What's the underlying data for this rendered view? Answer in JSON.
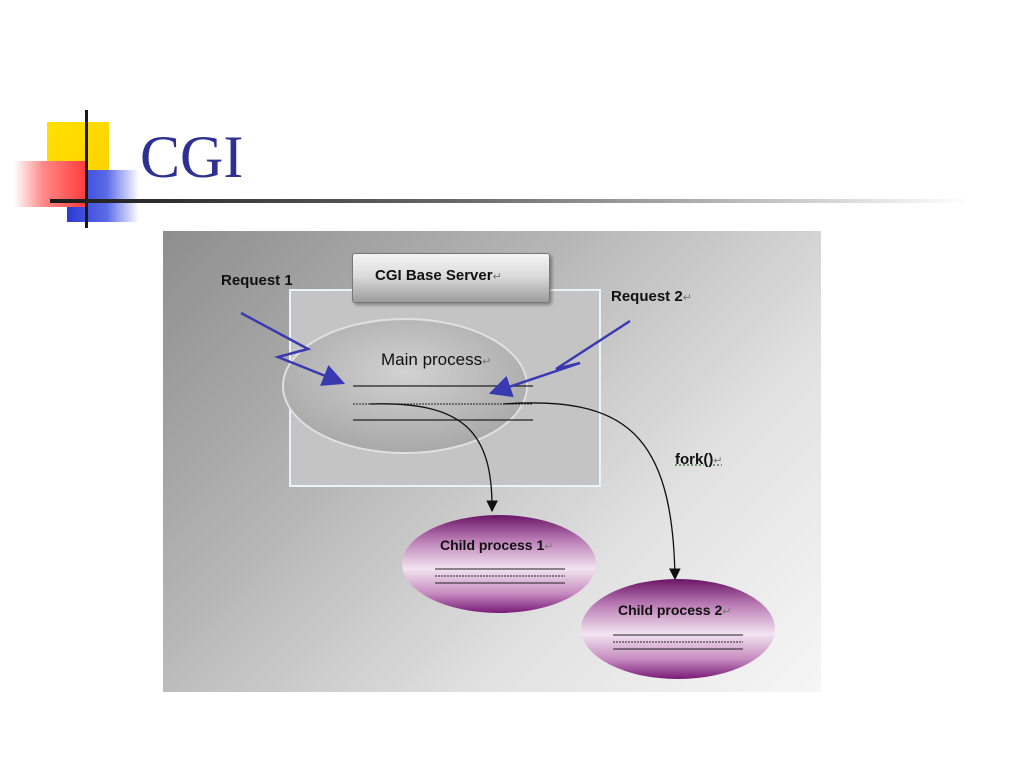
{
  "slide": {
    "title": "CGI"
  },
  "diagram": {
    "server_label": "CGI Base Server",
    "request1_label": "Request 1",
    "request2_label": "Request 2",
    "main_process_label": "Main process",
    "fork_label": "fork()",
    "child1_label": "Child process 1",
    "child2_label": "Child process 2",
    "paragraph_mark": "↵"
  },
  "colors": {
    "title": "#2e3192",
    "arrow": "#3a3ab0",
    "child_process": "#7a1a78"
  }
}
